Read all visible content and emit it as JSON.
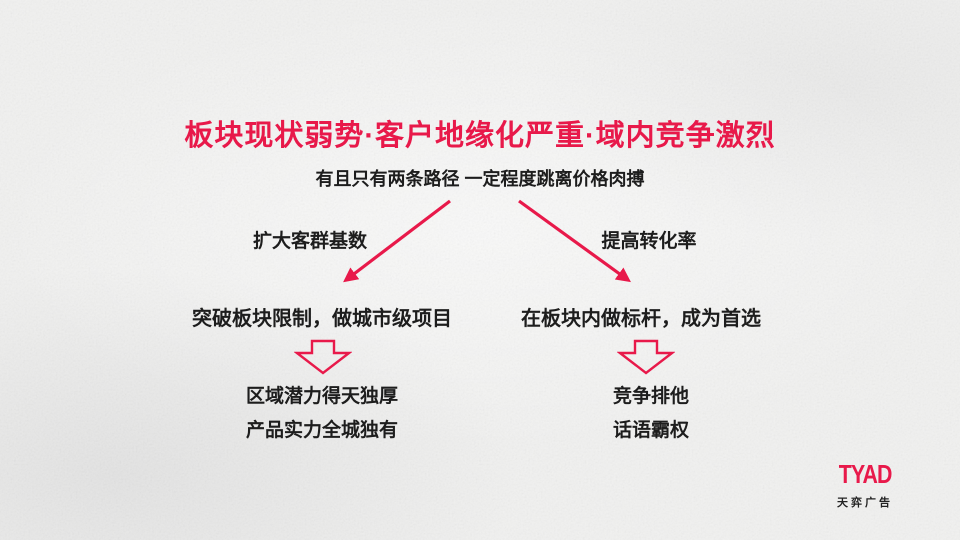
{
  "slide": {
    "title": "板块现状弱势·客户地缘化严重·域内竞争激烈",
    "subtitle": "有且只有两条路径 一定程度跳离价格肉搏",
    "colors": {
      "accent": "#e8194a",
      "text": "#1d1d1d",
      "background": "#f1f1f0"
    },
    "branches": [
      {
        "side": "left",
        "label": "扩大客群基数",
        "strategy": "突破板块限制，做城市级项目",
        "outcomes": [
          "区域潜力得天独厚",
          "产品实力全城独有"
        ]
      },
      {
        "side": "right",
        "label": "提高转化率",
        "strategy": "在板块内做标杆，成为首选",
        "outcomes": [
          "竞争排他",
          "话语霸权"
        ]
      }
    ],
    "logo": {
      "brand": "TYAD",
      "company": "天弈广告"
    }
  }
}
